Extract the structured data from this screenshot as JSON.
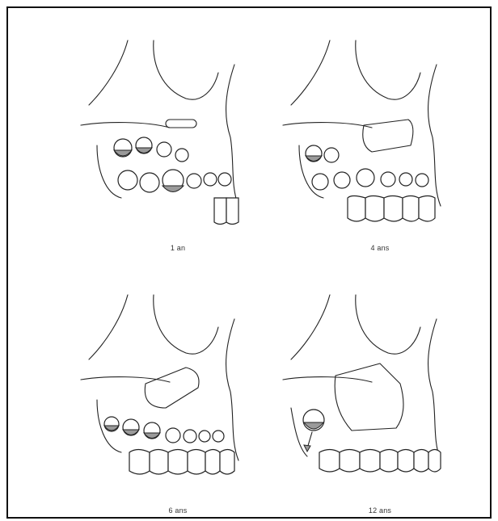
{
  "figure": {
    "panels": [
      {
        "id": "age-1",
        "label": "1 an"
      },
      {
        "id": "age-4",
        "label": "4 ans"
      },
      {
        "id": "age-6",
        "label": "6 ans"
      },
      {
        "id": "age-12",
        "label": "12 ans"
      }
    ]
  },
  "colors": {
    "line": "#222222",
    "germ_fill": "#9a9a9a",
    "background": "#ffffff"
  }
}
